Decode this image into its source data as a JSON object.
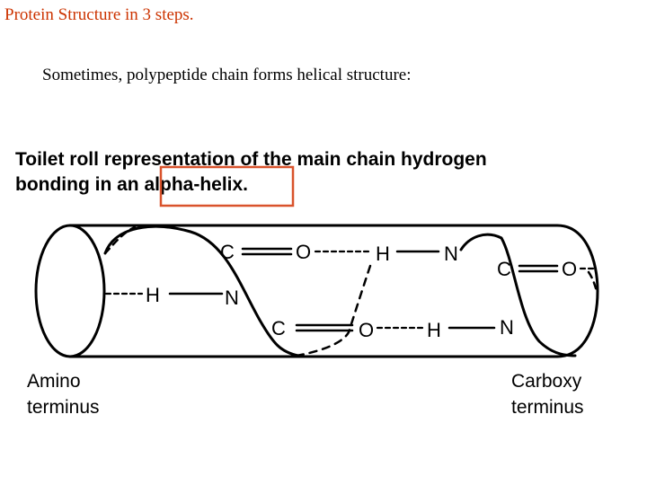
{
  "slide": {
    "title": "Protein Structure in 3 steps.",
    "subtitle": "Sometimes, polypeptide chain forms helical structure:"
  },
  "figure": {
    "caption_line1": "Toilet roll representation of the main chain hydrogen",
    "caption_line2_prefix": "bonding in an ",
    "caption_highlight": "alpha-helix.",
    "highlight_color": "#d9532c",
    "atoms": {
      "c1": "C",
      "o1": "O",
      "h1": "H",
      "n1": "N",
      "h_left": "H",
      "n_left": "N",
      "c2": "C",
      "o2": "O",
      "h2": "H",
      "n2": "N",
      "c3": "C",
      "o3": "O"
    },
    "amino_line1": "Amino",
    "amino_line2": "terminus",
    "carboxy_line1": "Carboxy",
    "carboxy_line2": "terminus"
  },
  "colors": {
    "title": "#cc3300",
    "text": "#000000",
    "ink": "#000000"
  }
}
